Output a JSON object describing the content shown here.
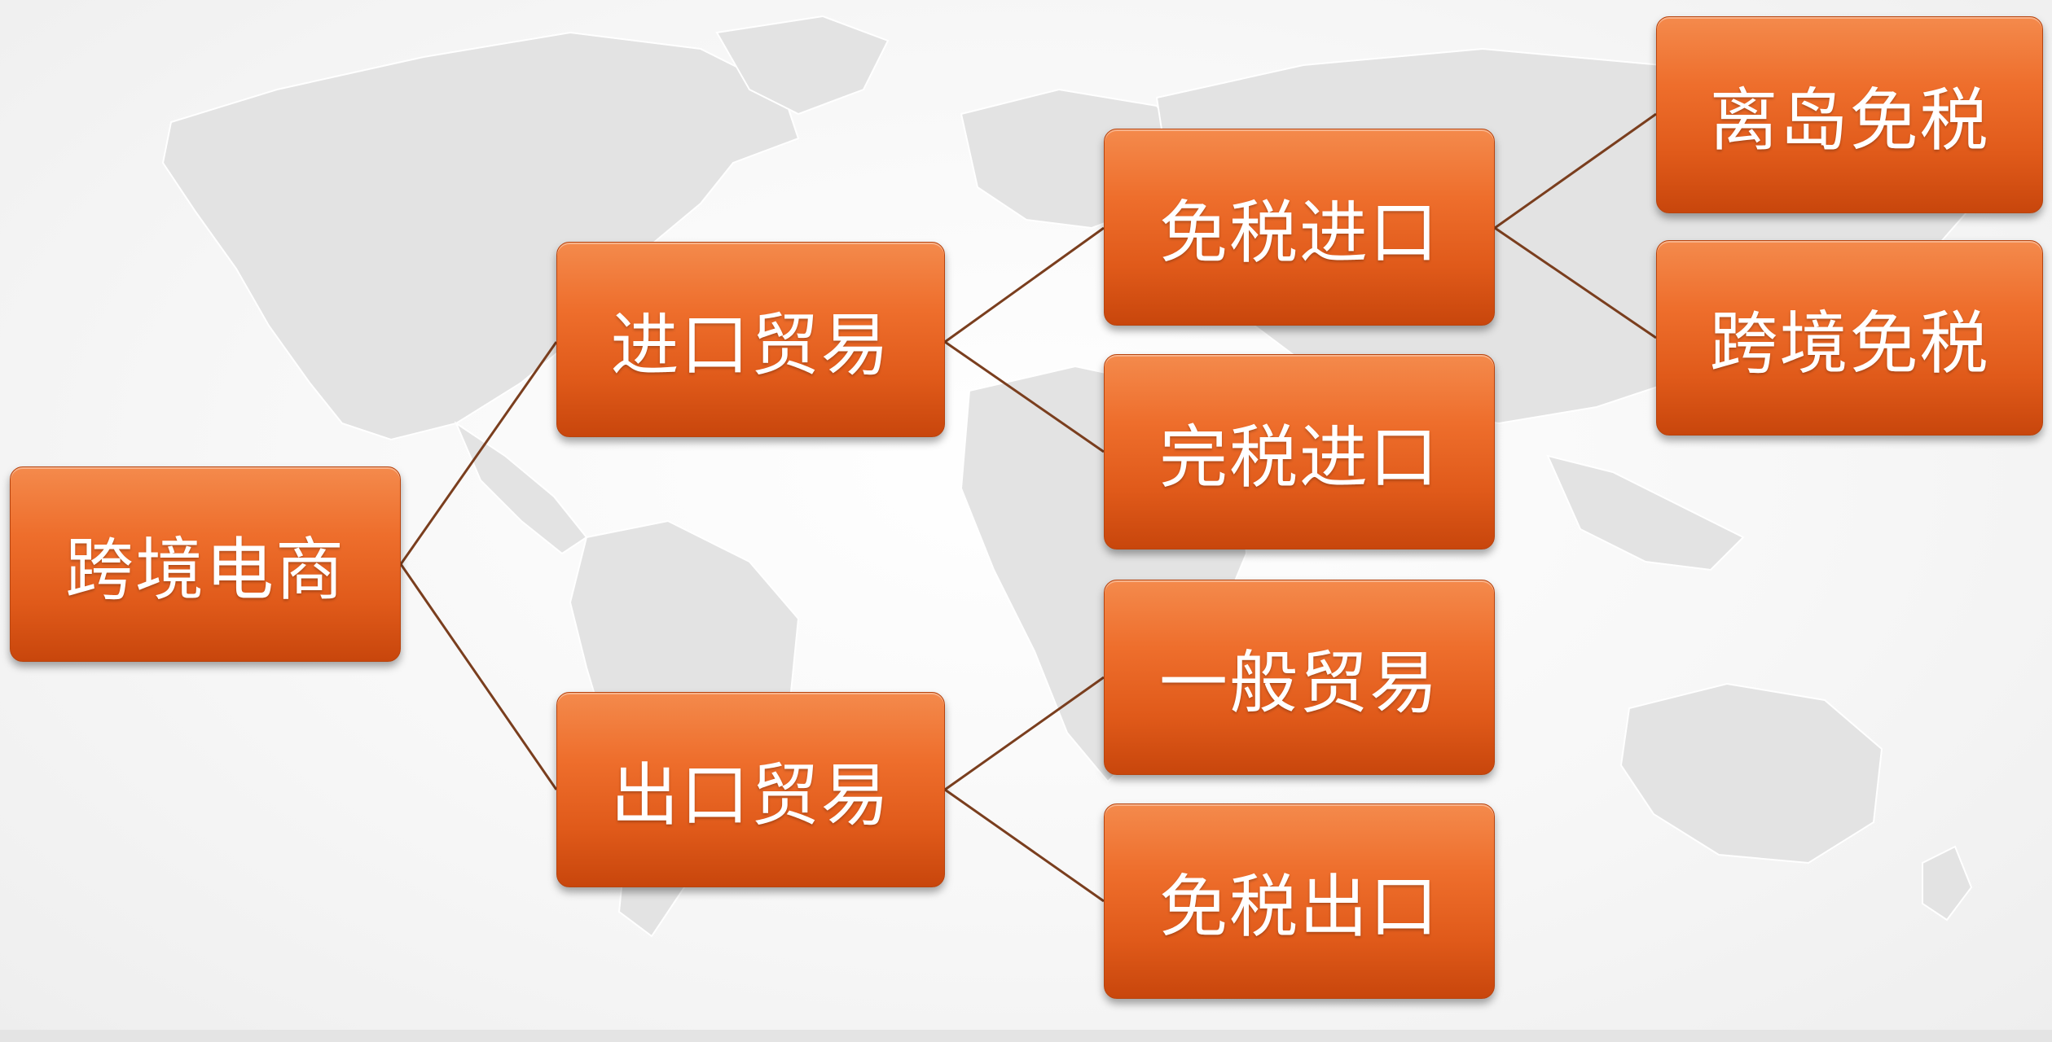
{
  "diagram": {
    "nodes": [
      {
        "id": "root",
        "label": "跨境电商"
      },
      {
        "id": "import",
        "label": "进口贸易"
      },
      {
        "id": "export",
        "label": "出口贸易"
      },
      {
        "id": "dutyfree-import",
        "label": "免税进口"
      },
      {
        "id": "dutypaid-import",
        "label": "完税进口"
      },
      {
        "id": "general-trade",
        "label": "一般贸易"
      },
      {
        "id": "dutyfree-export",
        "label": "免税出口"
      },
      {
        "id": "island-dutyfree",
        "label": "离岛免税"
      },
      {
        "id": "crossborder-dutyfree",
        "label": "跨境免税"
      }
    ],
    "edges": [
      {
        "from": "root",
        "to": "import"
      },
      {
        "from": "root",
        "to": "export"
      },
      {
        "from": "import",
        "to": "dutyfree-import"
      },
      {
        "from": "import",
        "to": "dutypaid-import"
      },
      {
        "from": "export",
        "to": "general-trade"
      },
      {
        "from": "export",
        "to": "dutyfree-export"
      },
      {
        "from": "dutyfree-import",
        "to": "island-dutyfree"
      },
      {
        "from": "dutyfree-import",
        "to": "crossborder-dutyfree"
      }
    ],
    "colors": {
      "node_fill": "#e8641f",
      "node_text": "#ffffff",
      "connector": "#7a3e1e",
      "map_land": "#e3e3e3"
    }
  }
}
